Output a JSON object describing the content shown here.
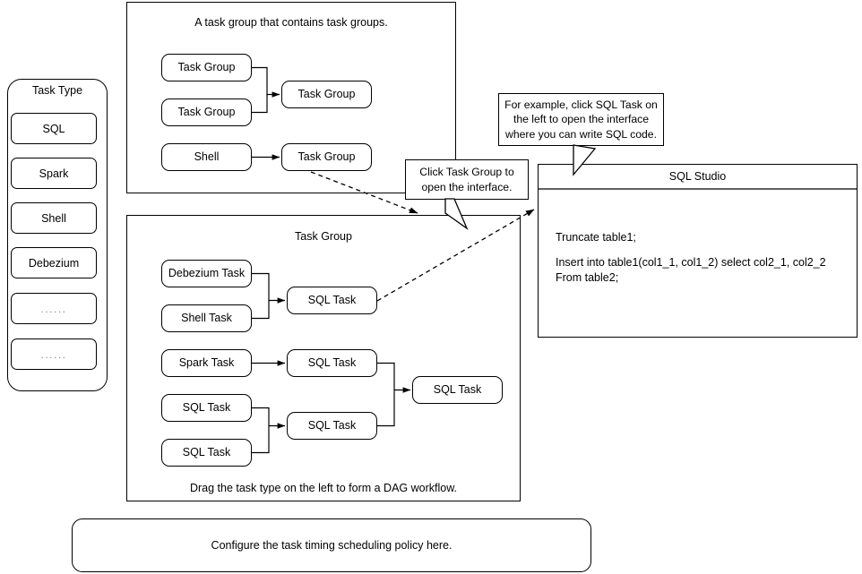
{
  "task_type_panel": {
    "title": "Task Type",
    "items": [
      {
        "label": "SQL",
        "name": "sql"
      },
      {
        "label": "Spark",
        "name": "spark"
      },
      {
        "label": "Shell",
        "name": "shell"
      },
      {
        "label": "Debezium",
        "name": "debezium"
      },
      {
        "label": "......",
        "name": "more-1"
      },
      {
        "label": "......",
        "name": "more-2"
      }
    ]
  },
  "top_panel": {
    "caption": "A task group that contains task groups.",
    "nodes": [
      {
        "label": "Task Group",
        "name": "top-task-group-1"
      },
      {
        "label": "Task Group",
        "name": "top-task-group-2"
      },
      {
        "label": "Task Group",
        "name": "top-task-group-merged"
      },
      {
        "label": "Shell",
        "name": "top-shell"
      },
      {
        "label": "Task Group",
        "name": "top-task-group-3"
      }
    ]
  },
  "task_group_panel": {
    "title": "Task Group",
    "caption": "Drag the task type on the left to form a DAG workflow.",
    "nodes": [
      {
        "label": "Debezium Task",
        "name": "debezium-task"
      },
      {
        "label": "Shell Task",
        "name": "shell-task"
      },
      {
        "label": "SQL Task",
        "name": "sql-task-1"
      },
      {
        "label": "Spark Task",
        "name": "spark-task"
      },
      {
        "label": "SQL Task",
        "name": "sql-task-2"
      },
      {
        "label": "SQL Task",
        "name": "sql-task-3"
      },
      {
        "label": "SQL Task",
        "name": "sql-task-4"
      },
      {
        "label": "SQL Task",
        "name": "sql-task-5"
      },
      {
        "label": "SQL Task",
        "name": "sql-task-final"
      }
    ]
  },
  "callouts": {
    "task_group": "Click Task Group to open the interface.",
    "sql_task": "For example, click SQL Task on the left to open the interface where you can write SQL code."
  },
  "sql_studio": {
    "title": "SQL Studio",
    "statements": [
      "Truncate table1;",
      "Insert into table1(col1_1, col1_2) select col2_1, col2_2 From table2;"
    ]
  },
  "scheduler_bar": {
    "label": "Configure the task timing scheduling policy here."
  },
  "colors": {
    "stroke": "#000000",
    "background": "#ffffff",
    "muted_text": "#8a8a8a"
  }
}
